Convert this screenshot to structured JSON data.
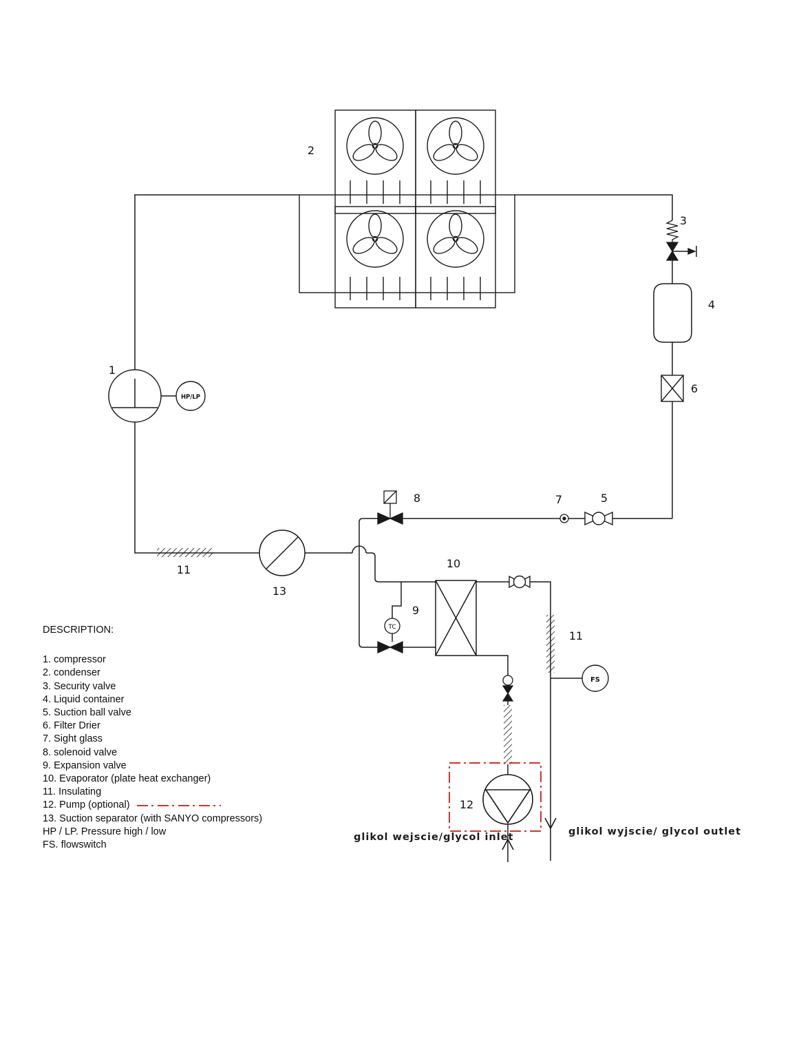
{
  "description": {
    "title": "DESCRIPTION:",
    "items": [
      "1. compressor",
      "2. condenser",
      "3. Security valve",
      "4. Liquid container",
      "5. Suction ball valve",
      "6. Filter Drier",
      "7. Sight glass",
      "8. solenoid valve",
      "9. Expansion valve",
      "10. Evaporator (plate heat exchanger)",
      "11. Insulating",
      "12. Pump (optional)",
      "13. Suction separator (with SANYO compressors)",
      "HP / LP. Pressure high / low",
      "FS. flowswitch"
    ]
  },
  "diagram": {
    "labels": {
      "compressor": "1",
      "condenser": "2",
      "security_valve": "3",
      "liquid_container": "4",
      "suction_ball_valve": "5",
      "filter_drier": "6",
      "sight_glass": "7",
      "solenoid_valve": "8",
      "expansion_valve": "9",
      "evaporator": "10",
      "insulating_suction": "11",
      "insulating_outlet": "11",
      "pump": "12",
      "suction_separator": "13"
    },
    "instruments": {
      "pressure_gauge": "HP/LP",
      "thermo_sensor": "TC",
      "flow_switch": "FS"
    },
    "annotations": {
      "glycol_inlet": "glikol wejscie/glycol inlet",
      "glycol_outlet": "glikol wyjscie/ glycol outlet"
    },
    "colors": {
      "line": "#1a1a1a",
      "highlight": "#d0342c",
      "background": "#ffffff"
    }
  }
}
